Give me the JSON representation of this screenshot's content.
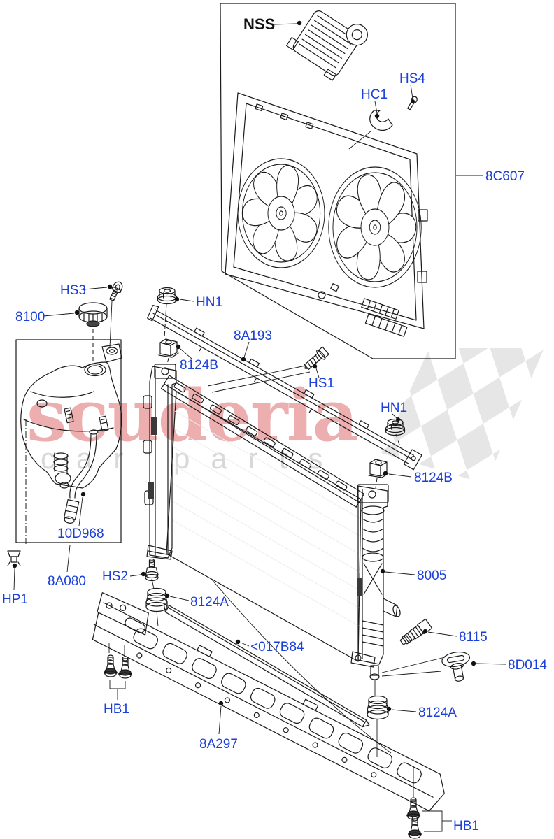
{
  "diagram": {
    "type": "parts-exploded-diagram",
    "watermark": {
      "brand": "scuderia",
      "tagline": "car parts",
      "brand_color": "#e9a0a0",
      "tagline_color": "#d8d8d8",
      "flag_color": "#e6e6e6"
    },
    "colors": {
      "callout_blue": "#1b3fd9",
      "line_black": "#1a1a1a",
      "background": "#ffffff"
    },
    "callouts": [
      {
        "id": "nss",
        "text": "NSS"
      },
      {
        "id": "hc1",
        "text": "HC1"
      },
      {
        "id": "hs4",
        "text": "HS4"
      },
      {
        "id": "8c607",
        "text": "8C607"
      },
      {
        "id": "hs3",
        "text": "HS3"
      },
      {
        "id": "8100",
        "text": "8100"
      },
      {
        "id": "hn1-top",
        "text": "HN1"
      },
      {
        "id": "8a193",
        "text": "8A193"
      },
      {
        "id": "8124b-left",
        "text": "8124B"
      },
      {
        "id": "hs1",
        "text": "HS1"
      },
      {
        "id": "hn1-right",
        "text": "HN1"
      },
      {
        "id": "8124b-right",
        "text": "8124B"
      },
      {
        "id": "10d968",
        "text": "10D968"
      },
      {
        "id": "8a080",
        "text": "8A080"
      },
      {
        "id": "hp1",
        "text": "HP1"
      },
      {
        "id": "hs2",
        "text": "HS2"
      },
      {
        "id": "8124a-left",
        "text": "8124A"
      },
      {
        "id": "017b84",
        "text": "<017B84"
      },
      {
        "id": "8005",
        "text": "8005"
      },
      {
        "id": "8115",
        "text": "8115"
      },
      {
        "id": "8d014",
        "text": "8D014"
      },
      {
        "id": "8124a-right",
        "text": "8124A"
      },
      {
        "id": "hb1-left",
        "text": "HB1"
      },
      {
        "id": "8a297",
        "text": "8A297"
      },
      {
        "id": "hb1-right",
        "text": "HB1"
      }
    ]
  }
}
